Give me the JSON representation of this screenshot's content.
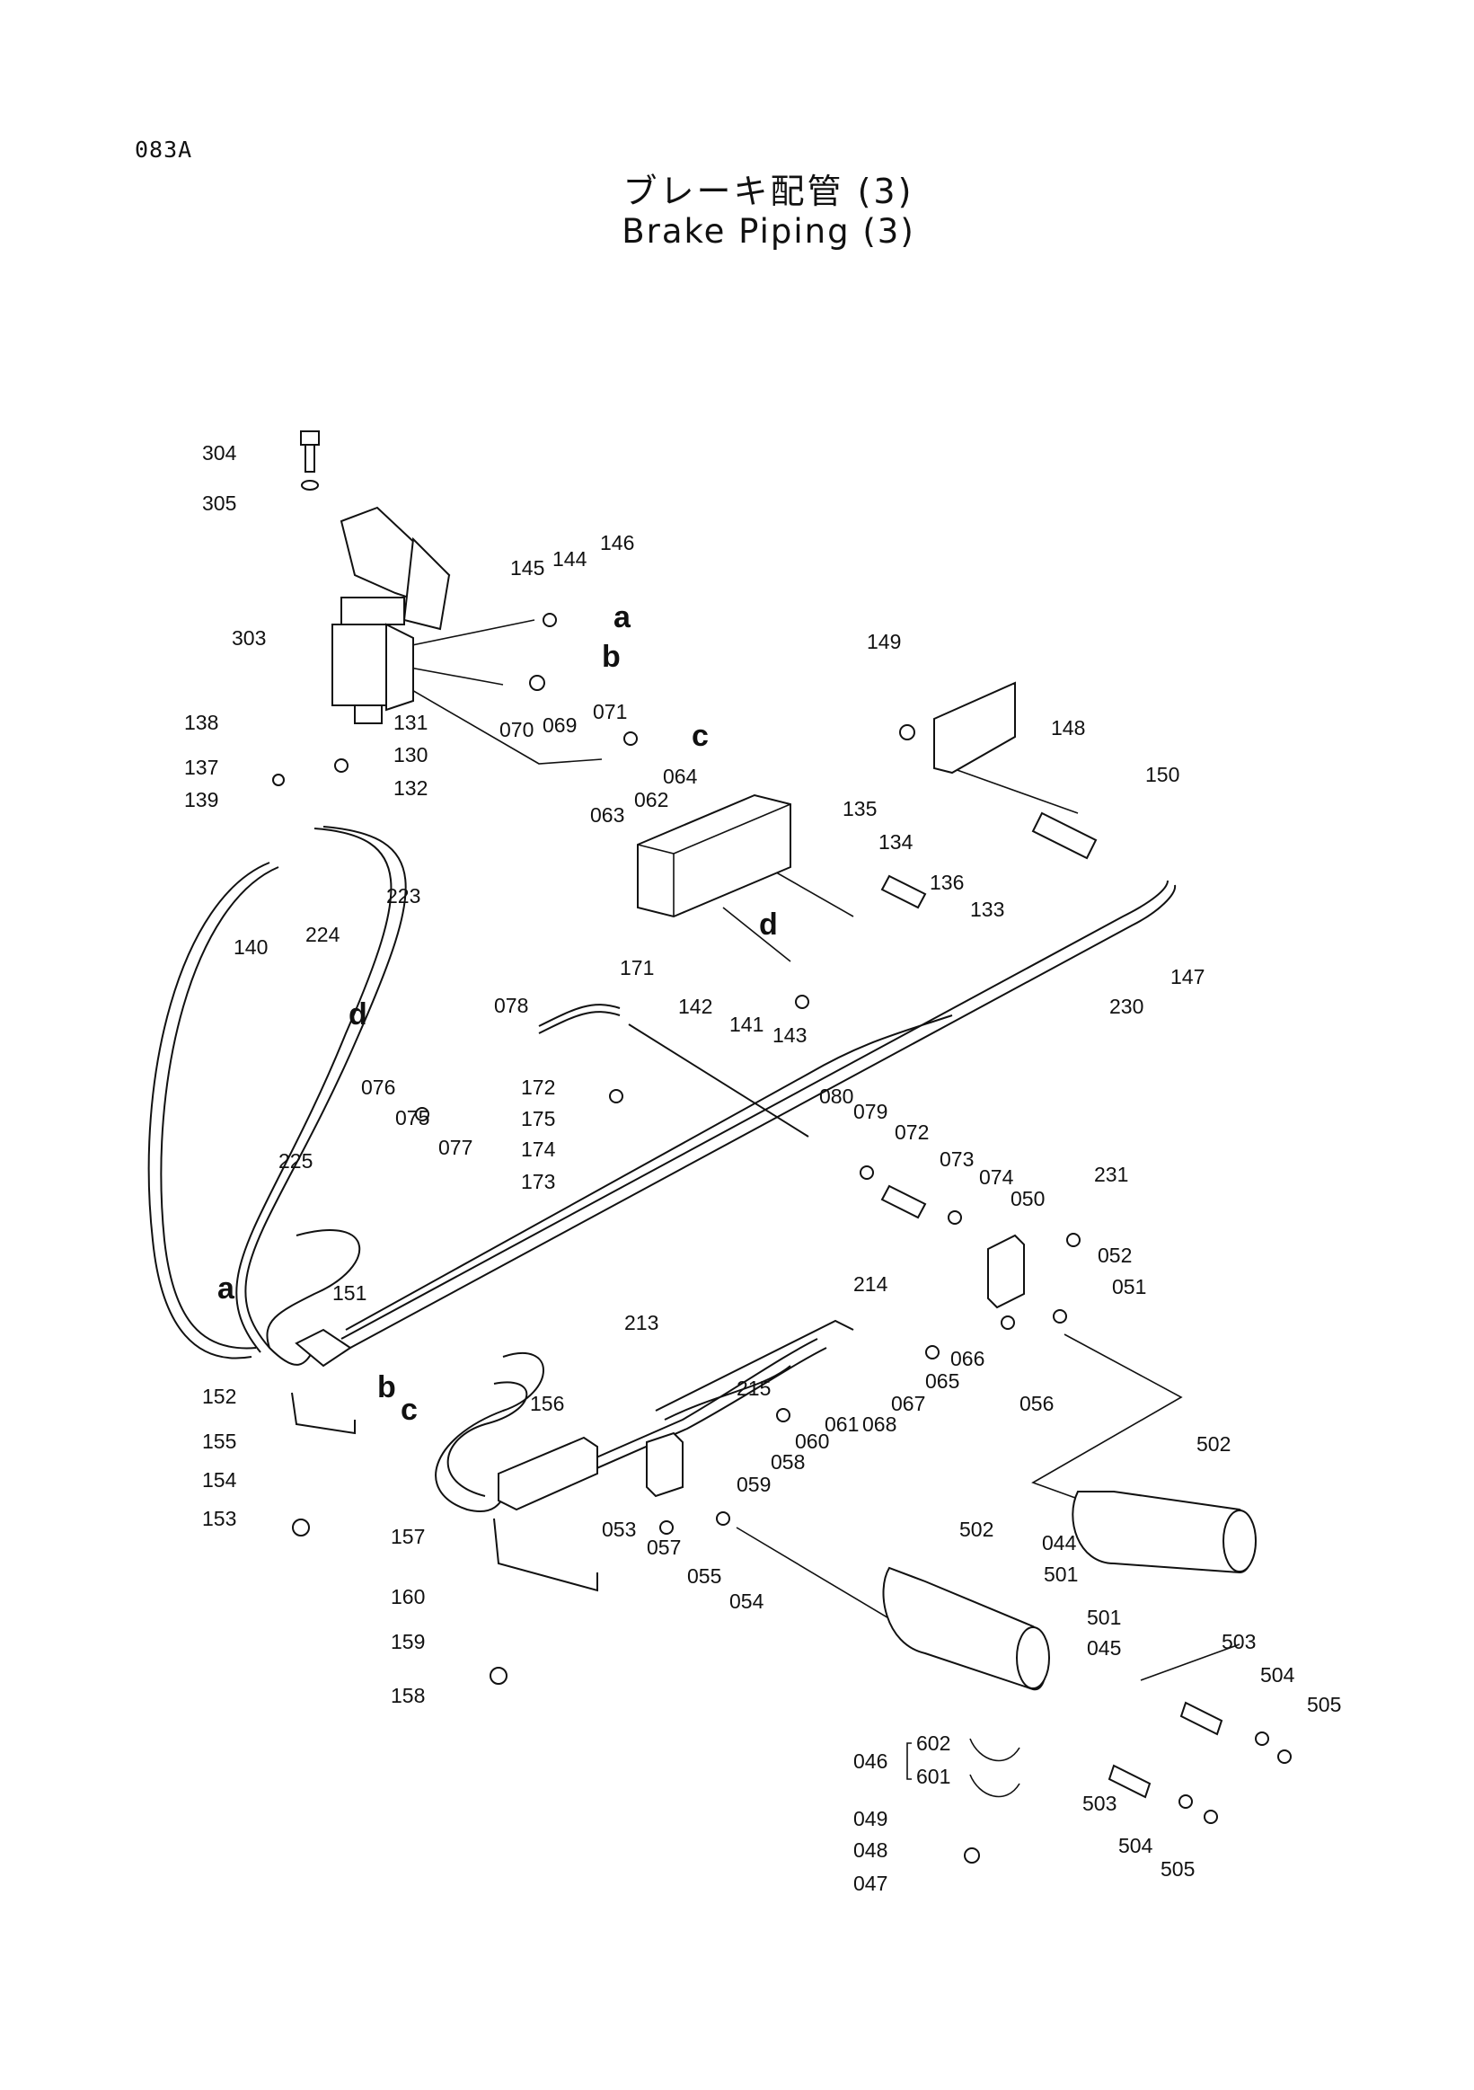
{
  "page_code": "083A",
  "title_jp": "ブレーキ配管 (3)",
  "title_en": "Brake Piping (3)",
  "labels": {
    "p304": "304",
    "p305": "305",
    "p303": "303",
    "p145": "145",
    "p144": "144",
    "p146": "146",
    "p070": "070",
    "p069": "069",
    "p071": "071",
    "p063": "063",
    "p062": "062",
    "p064": "064",
    "p138": "138",
    "p137": "137",
    "p139": "139",
    "p131": "131",
    "p130": "130",
    "p132": "132",
    "p140": "140",
    "p224": "224",
    "p223": "223",
    "p149": "149",
    "p148": "148",
    "p150": "150",
    "p135": "135",
    "p134": "134",
    "p136": "136",
    "p133": "133",
    "p147": "147",
    "p230": "230",
    "p142": "142",
    "p141": "141",
    "p143": "143",
    "p171": "171",
    "p078": "078",
    "p076": "076",
    "p075": "075",
    "p077": "077",
    "p172": "172",
    "p175": "175",
    "p174": "174",
    "p173": "173",
    "p080": "080",
    "p079": "079",
    "p072": "072",
    "p073": "073",
    "p074": "074",
    "p050": "050",
    "p231": "231",
    "p052": "052",
    "p051": "051",
    "p056": "056",
    "p225": "225",
    "p151": "151",
    "p214": "214",
    "p213": "213",
    "p215": "215",
    "p067": "067",
    "p065": "065",
    "p066": "066",
    "p061": "061",
    "p068": "068",
    "p060": "060",
    "p058": "058",
    "p059": "059",
    "p152": "152",
    "p155": "155",
    "p154": "154",
    "p153": "153",
    "p156": "156",
    "p157": "157",
    "p160": "160",
    "p159": "159",
    "p158": "158",
    "p053": "053",
    "p057": "057",
    "p055": "055",
    "p054": "054",
    "p502a": "502",
    "p502b": "502",
    "p044": "044",
    "p501a": "501",
    "p501b": "501",
    "p045": "045",
    "p503a": "503",
    "p504a": "504",
    "p505a": "505",
    "p503b": "503",
    "p504b": "504",
    "p505b": "505",
    "p046": "046",
    "p602": "602",
    "p601": "601",
    "p049": "049",
    "p048": "048",
    "p047": "047"
  },
  "refs": {
    "a1": "a",
    "b1": "b",
    "c1": "c",
    "d1": "d",
    "d2": "d",
    "a2": "a",
    "b2": "b",
    "c2": "c"
  }
}
